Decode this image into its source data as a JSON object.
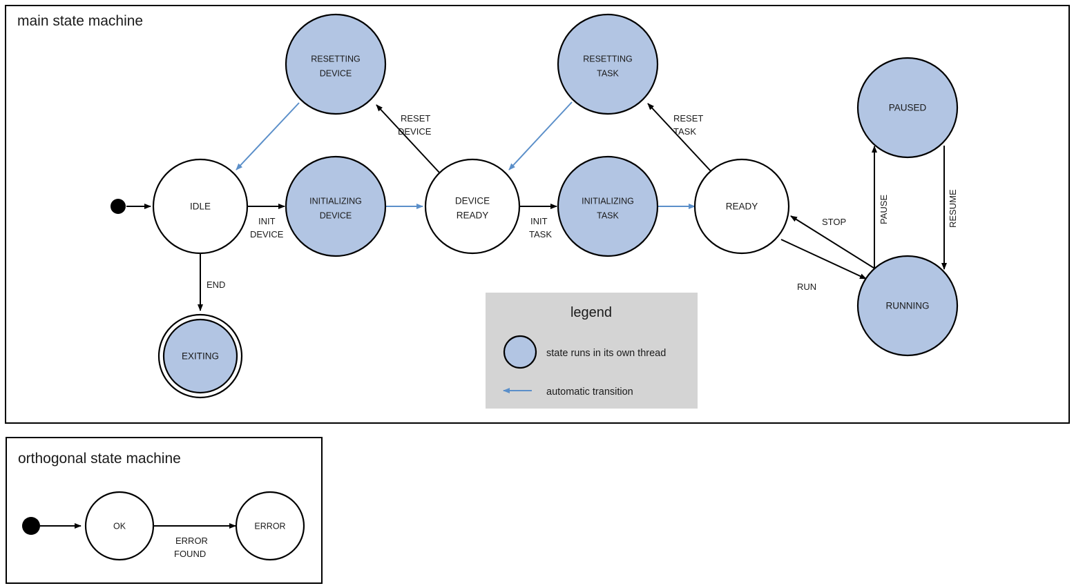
{
  "colors": {
    "thread_state_fill": "#b2c5e3",
    "plain_state_fill": "#ffffff",
    "stroke": "#000000",
    "auto_transition": "#5b8fc9",
    "legend_background": "#d4d4d4",
    "page_background": "#ffffff"
  },
  "main_machine": {
    "title": "main state machine",
    "states": [
      {
        "id": "idle",
        "label_lines": [
          "IDLE"
        ],
        "threaded": false,
        "final": false
      },
      {
        "id": "resetting-device",
        "label_lines": [
          "RESETTING",
          "DEVICE"
        ],
        "threaded": true,
        "final": false
      },
      {
        "id": "initializing-device",
        "label_lines": [
          "INITIALIZING",
          "DEVICE"
        ],
        "threaded": true,
        "final": false
      },
      {
        "id": "device-ready",
        "label_lines": [
          "DEVICE",
          "READY"
        ],
        "threaded": false,
        "final": false
      },
      {
        "id": "resetting-task",
        "label_lines": [
          "RESETTING",
          "TASK"
        ],
        "threaded": true,
        "final": false
      },
      {
        "id": "initializing-task",
        "label_lines": [
          "INITIALIZING",
          "TASK"
        ],
        "threaded": true,
        "final": false
      },
      {
        "id": "ready",
        "label_lines": [
          "READY"
        ],
        "threaded": false,
        "final": false
      },
      {
        "id": "paused",
        "label_lines": [
          "PAUSED"
        ],
        "threaded": true,
        "final": false
      },
      {
        "id": "running",
        "label_lines": [
          "RUNNING"
        ],
        "threaded": true,
        "final": false
      },
      {
        "id": "exiting",
        "label_lines": [
          "EXITING"
        ],
        "threaded": true,
        "final": true
      }
    ],
    "transitions": [
      {
        "id": "start-idle",
        "from": "start",
        "to": "idle",
        "label_lines": [],
        "automatic": false
      },
      {
        "id": "idle-init-device",
        "from": "idle",
        "to": "initializing-device",
        "label_lines": [
          "INIT",
          "DEVICE"
        ],
        "automatic": false
      },
      {
        "id": "idle-end",
        "from": "idle",
        "to": "exiting",
        "label_lines": [
          "END"
        ],
        "automatic": false
      },
      {
        "id": "resetting-device-idle",
        "from": "resetting-device",
        "to": "idle",
        "label_lines": [],
        "automatic": true
      },
      {
        "id": "initdev-deviceready",
        "from": "initializing-device",
        "to": "device-ready",
        "label_lines": [],
        "automatic": true
      },
      {
        "id": "deviceready-resetdev",
        "from": "device-ready",
        "to": "resetting-device",
        "label_lines": [
          "RESET",
          "DEVICE"
        ],
        "automatic": false
      },
      {
        "id": "deviceready-inittask",
        "from": "device-ready",
        "to": "initializing-task",
        "label_lines": [
          "INIT",
          "TASK"
        ],
        "automatic": false
      },
      {
        "id": "resettask-deviceready",
        "from": "resetting-task",
        "to": "device-ready",
        "label_lines": [],
        "automatic": true
      },
      {
        "id": "inittask-ready",
        "from": "initializing-task",
        "to": "ready",
        "label_lines": [],
        "automatic": true
      },
      {
        "id": "ready-resettask",
        "from": "ready",
        "to": "resetting-task",
        "label_lines": [
          "RESET",
          "TASK"
        ],
        "automatic": false
      },
      {
        "id": "ready-run",
        "from": "ready",
        "to": "running",
        "label_lines": [
          "RUN"
        ],
        "automatic": false
      },
      {
        "id": "running-stop",
        "from": "running",
        "to": "ready",
        "label_lines": [
          "STOP"
        ],
        "automatic": false
      },
      {
        "id": "running-pause",
        "from": "running",
        "to": "paused",
        "label_lines": [
          "PAUSE"
        ],
        "automatic": false
      },
      {
        "id": "paused-resume",
        "from": "paused",
        "to": "running",
        "label_lines": [
          "RESUME"
        ],
        "automatic": false
      }
    ]
  },
  "legend": {
    "title": "legend",
    "items": [
      {
        "id": "thread-state",
        "symbol": "filled-circle",
        "text": "state runs in its own thread"
      },
      {
        "id": "auto-arrow",
        "symbol": "blue-arrow",
        "text": "automatic transition"
      }
    ]
  },
  "orthogonal_machine": {
    "title": "orthogonal state machine",
    "states": [
      {
        "id": "ok",
        "label_lines": [
          "OK"
        ]
      },
      {
        "id": "error",
        "label_lines": [
          "ERROR"
        ]
      }
    ],
    "transitions": [
      {
        "id": "start-ok",
        "from": "start",
        "to": "ok",
        "label_lines": []
      },
      {
        "id": "ok-error",
        "from": "ok",
        "to": "error",
        "label_lines": [
          "ERROR",
          "FOUND"
        ]
      }
    ]
  }
}
